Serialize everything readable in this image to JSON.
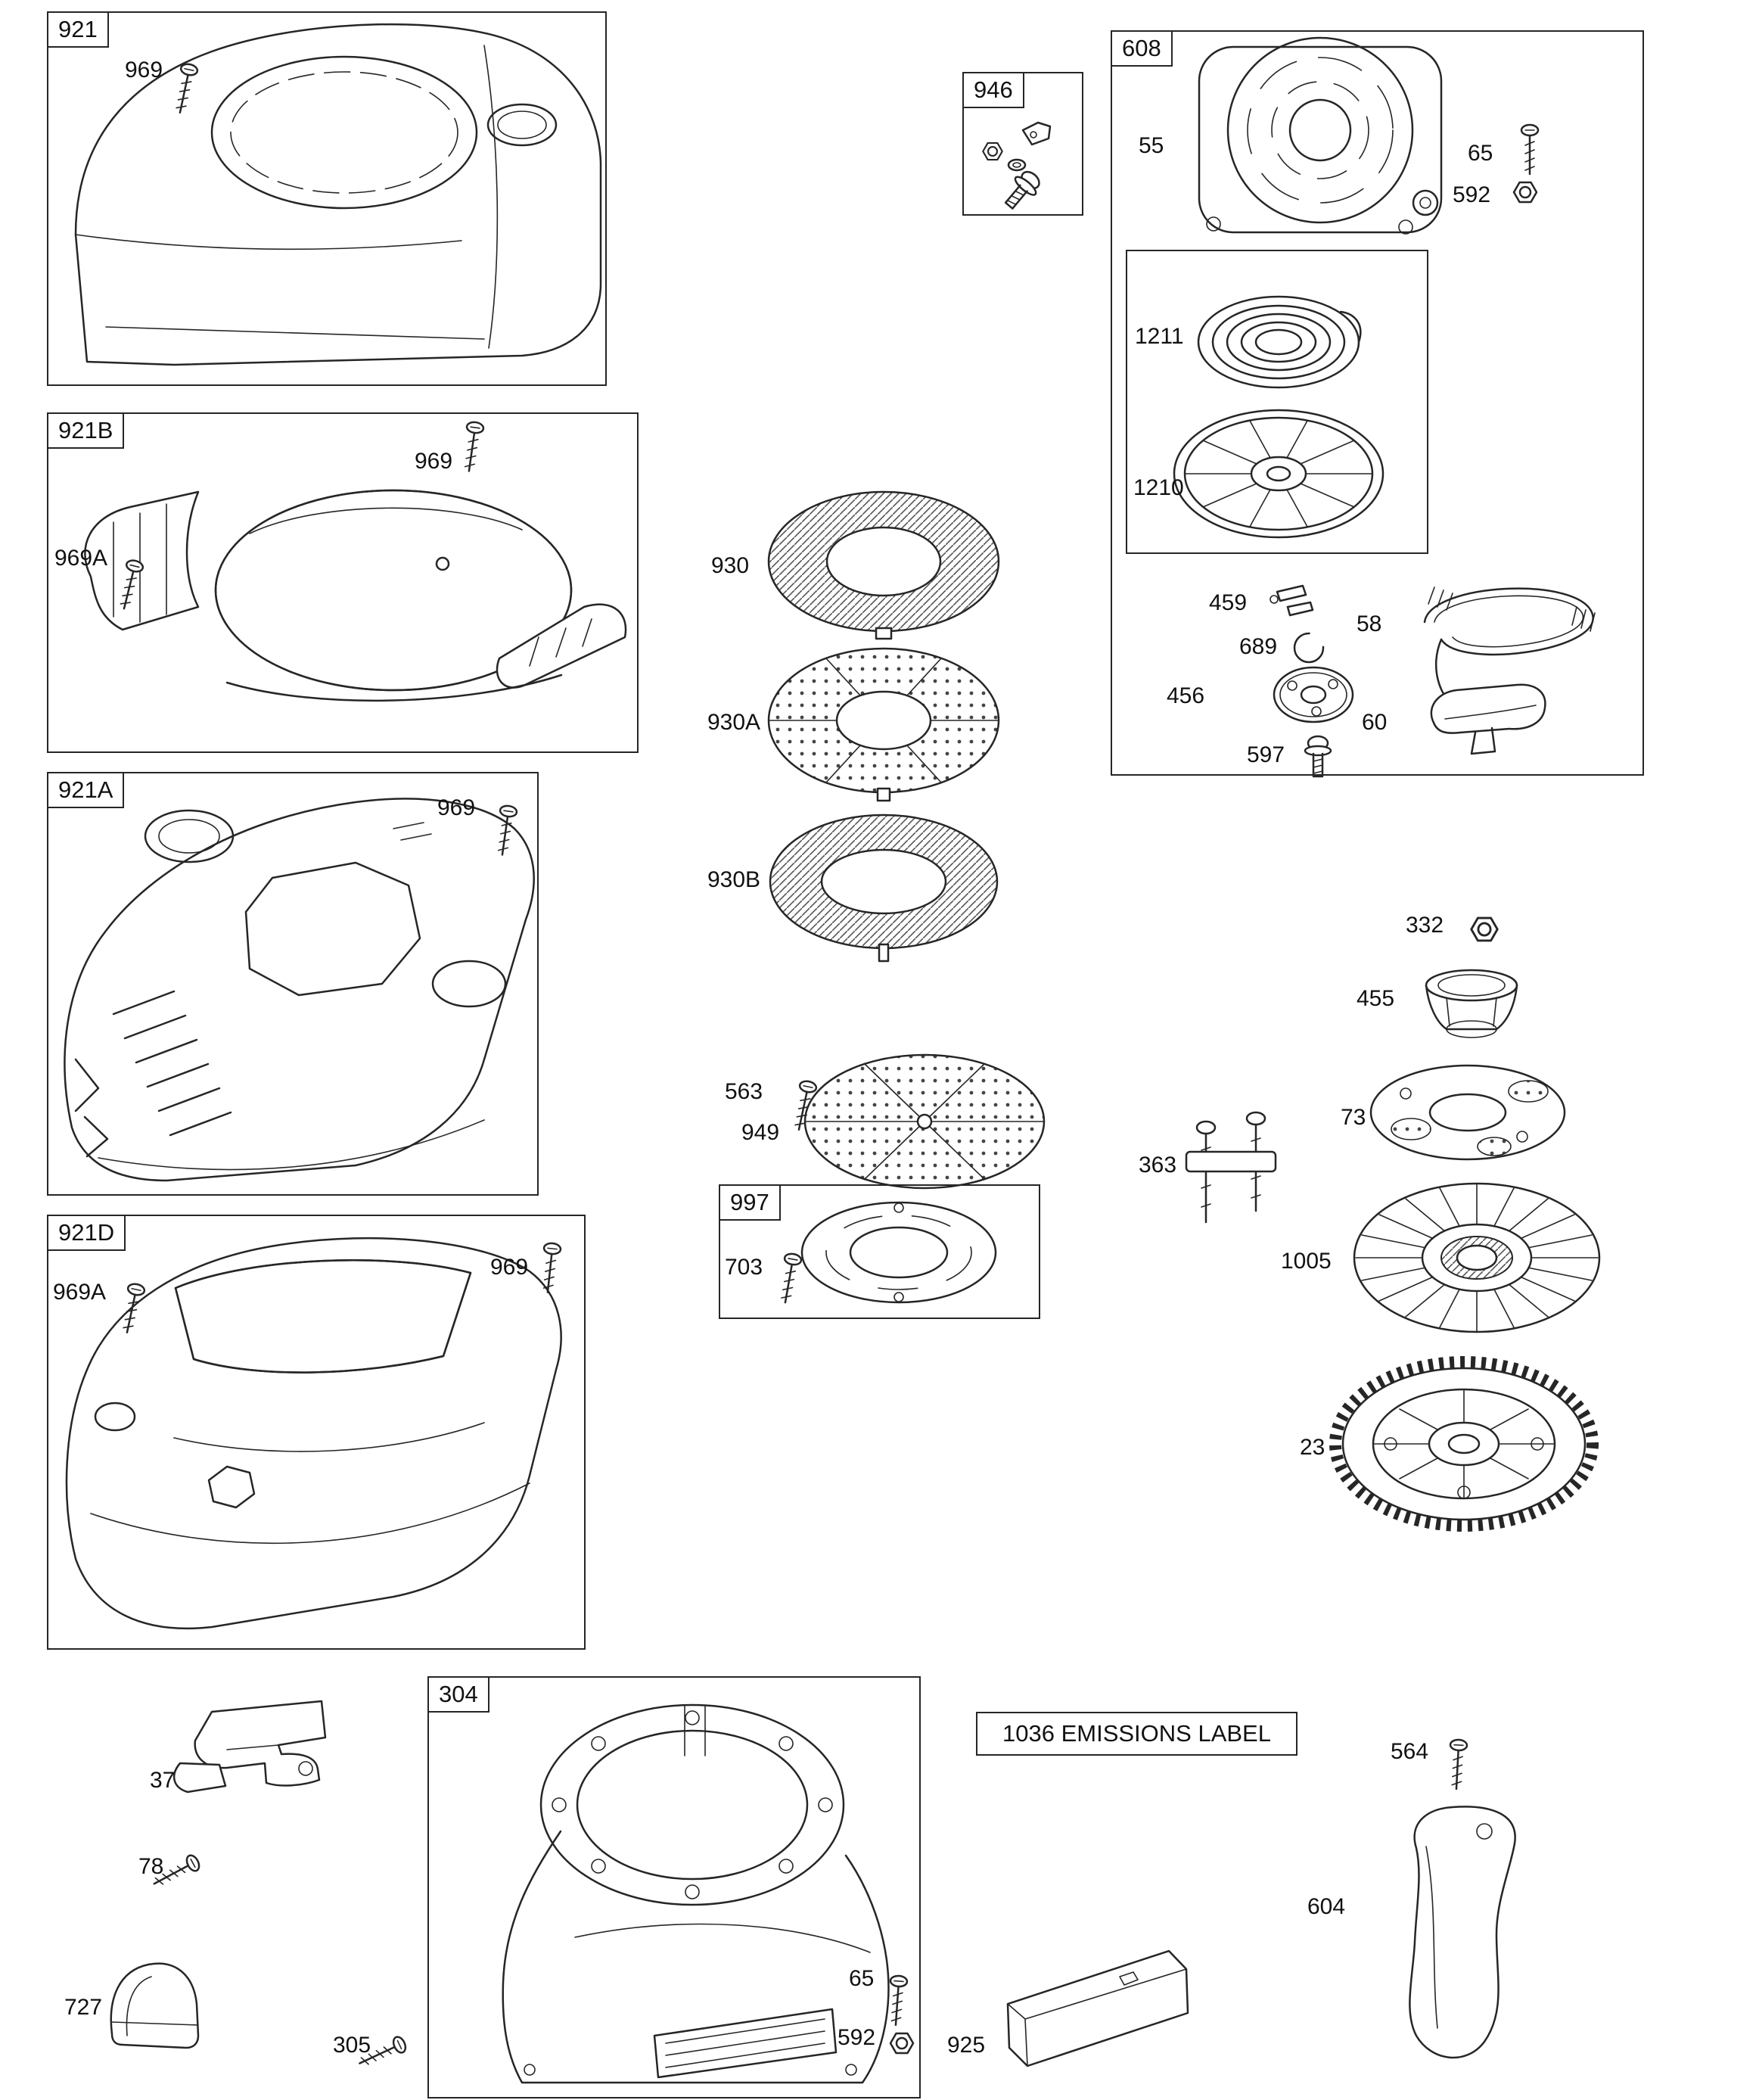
{
  "diagram": {
    "background": "#ffffff",
    "line_color": "#262626"
  },
  "boxes": [
    {
      "label": "921"
    },
    {
      "label": "921B"
    },
    {
      "label": "921A"
    },
    {
      "label": "921D"
    },
    {
      "label": "946"
    },
    {
      "label": "608"
    },
    {
      "label": "997"
    },
    {
      "label": "304"
    },
    {
      "label": "1036 EMISSIONS LABEL"
    }
  ],
  "callouts": [
    {
      "text": "969"
    },
    {
      "text": "969"
    },
    {
      "text": "969A"
    },
    {
      "text": "969"
    },
    {
      "text": "969"
    },
    {
      "text": "969A"
    },
    {
      "text": "55"
    },
    {
      "text": "65"
    },
    {
      "text": "592"
    },
    {
      "text": "1211"
    },
    {
      "text": "1210"
    },
    {
      "text": "459"
    },
    {
      "text": "689"
    },
    {
      "text": "456"
    },
    {
      "text": "597"
    },
    {
      "text": "58"
    },
    {
      "text": "60"
    },
    {
      "text": "930"
    },
    {
      "text": "930A"
    },
    {
      "text": "930B"
    },
    {
      "text": "563"
    },
    {
      "text": "949"
    },
    {
      "text": "703"
    },
    {
      "text": "332"
    },
    {
      "text": "455"
    },
    {
      "text": "73"
    },
    {
      "text": "363"
    },
    {
      "text": "1005"
    },
    {
      "text": "23"
    },
    {
      "text": "37"
    },
    {
      "text": "78"
    },
    {
      "text": "727"
    },
    {
      "text": "305"
    },
    {
      "text": "65"
    },
    {
      "text": "592"
    },
    {
      "text": "925"
    },
    {
      "text": "564"
    },
    {
      "text": "604"
    }
  ]
}
